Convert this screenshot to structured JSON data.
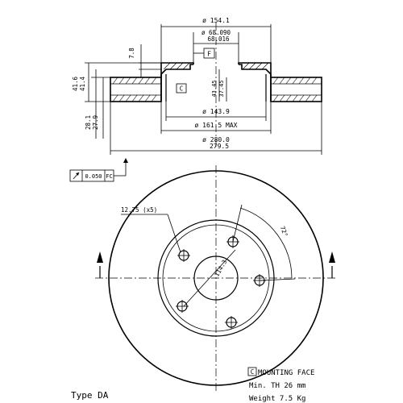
{
  "dimensions": {
    "d_outer_top": "ø 154.1",
    "d_hub_1": "ø 68.090",
    "d_hub_2": "68.016",
    "h_flange": "7.8",
    "total_height_1": "41.6",
    "total_height_2": "41.4",
    "hat_height_1": "43.45",
    "hat_height_2": "37.45",
    "d_inner": "ø 143.9",
    "d_max": "ø 161.5 MAX",
    "d_disc_1": "ø 280.0",
    "d_disc_2": "279.5",
    "disc_thickness_1": "28.1",
    "disc_thickness_2": "27.9",
    "runout": "0.050",
    "bolt_holes": "12.75 (x5)",
    "pcd": "114.3",
    "angle": "72°"
  },
  "markers": {
    "datum_f": "F",
    "datum_c": "C",
    "fc_ref": "FC",
    "mounting_c": "C"
  },
  "notes": {
    "mounting_face": "MOUNTING FACE",
    "min_th": "Min. TH 26 mm",
    "weight": "Weight 7.5 Kg",
    "type": "Type DA"
  }
}
